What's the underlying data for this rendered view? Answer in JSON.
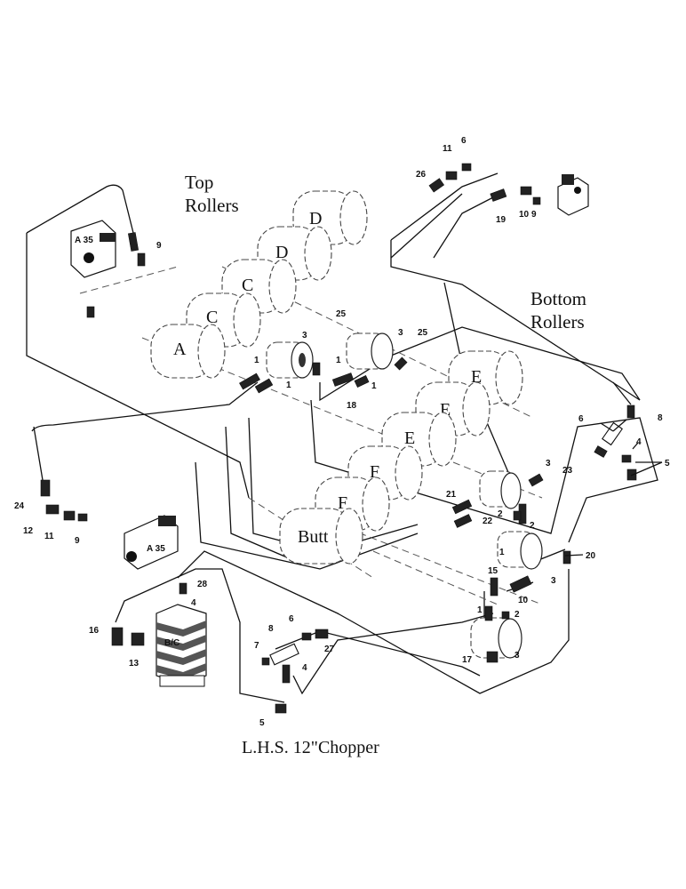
{
  "title": "L.H.S. 12\"Chopper",
  "groups": {
    "top": [
      "Top",
      "Rollers"
    ],
    "bottom": [
      "Bottom",
      "Rollers"
    ]
  },
  "rollers": [
    "D",
    "D",
    "C",
    "C",
    "A",
    "E",
    "E",
    "E",
    "F",
    "F",
    "Butt"
  ],
  "valve_labels": [
    "A 35",
    "A 35",
    "B/C"
  ],
  "callouts": [
    "9",
    "25",
    "3",
    "1",
    "1",
    "3",
    "25",
    "18",
    "1",
    "1",
    "26",
    "11",
    "6",
    "19",
    "10",
    "9",
    "6",
    "8",
    "4",
    "5",
    "3",
    "23",
    "24",
    "12",
    "11",
    "9",
    "21",
    "22",
    "2",
    "2",
    "1",
    "20",
    "3",
    "15",
    "10",
    "2",
    "1",
    "17",
    "3",
    "28",
    "4",
    "16",
    "13",
    "6",
    "8",
    "7",
    "27",
    "4",
    "5"
  ]
}
